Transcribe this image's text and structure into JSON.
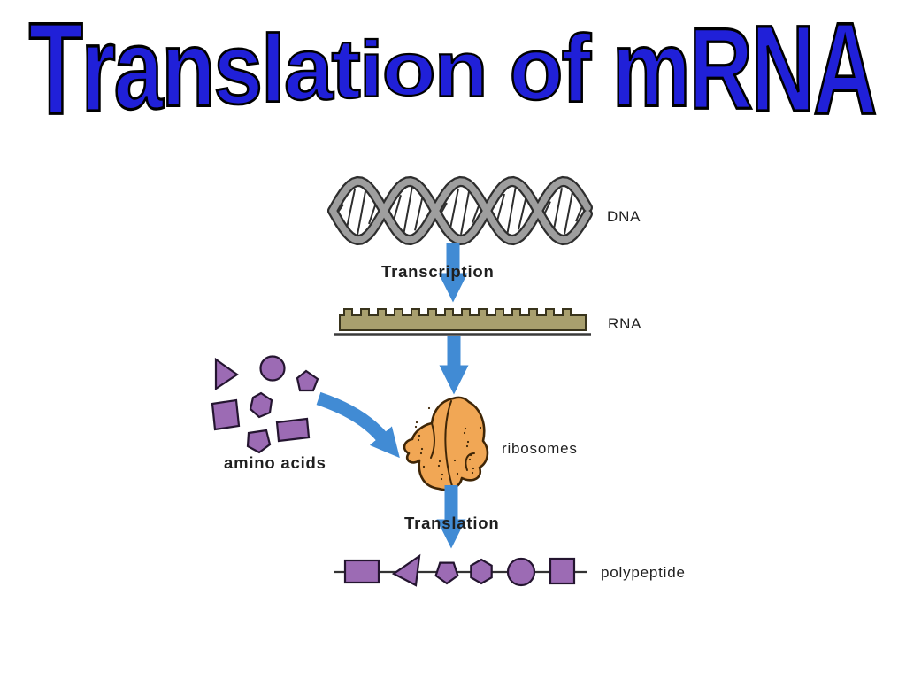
{
  "slide": {
    "title": "Translation of mRNA",
    "title_color": "#2020d8",
    "title_outline": "#000000"
  },
  "diagram": {
    "labels": {
      "dna": "DNA",
      "transcription": "Transcription",
      "rna": "RNA",
      "amino_acids": "amino acids",
      "ribosomes": "ribosomes",
      "translation": "Translation",
      "polypeptide": "polypeptide"
    },
    "colors": {
      "arrow_blue": "#418bd4",
      "amino_purple": "#9c6bb4",
      "shape_outline": "#241530",
      "ribosome_orange": "#f1a755",
      "ribosome_outline": "#3f2607",
      "rna_olive": "#a89f6e",
      "rna_outline": "#39341c",
      "dna_gray": "#9e9e9e",
      "dna_outline": "#2e2e2e",
      "chain_line": "#333333",
      "label_color": "#1f1f1f"
    }
  }
}
